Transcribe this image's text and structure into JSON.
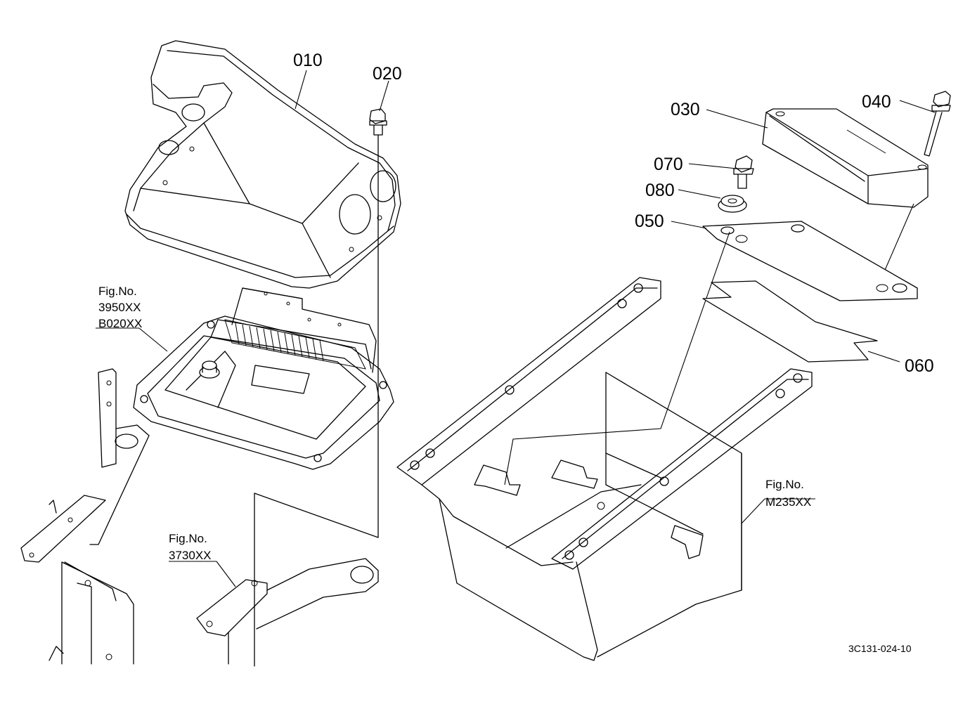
{
  "parts": [
    {
      "id": "p010",
      "number": "010"
    },
    {
      "id": "p020",
      "number": "020"
    },
    {
      "id": "p030",
      "number": "030"
    },
    {
      "id": "p040",
      "number": "040"
    },
    {
      "id": "p050",
      "number": "050"
    },
    {
      "id": "p060",
      "number": "060"
    },
    {
      "id": "p070",
      "number": "070"
    },
    {
      "id": "p080",
      "number": "080"
    }
  ],
  "figure_refs": [
    {
      "prefix": "Fig.No.",
      "lines": [
        "3950XX",
        "B020XX"
      ]
    },
    {
      "prefix": "Fig.No.",
      "lines": [
        "3730XX"
      ]
    },
    {
      "prefix": "Fig.No.",
      "lines": [
        "M235XX"
      ]
    }
  ],
  "drawing_code": "3C131-024-10"
}
